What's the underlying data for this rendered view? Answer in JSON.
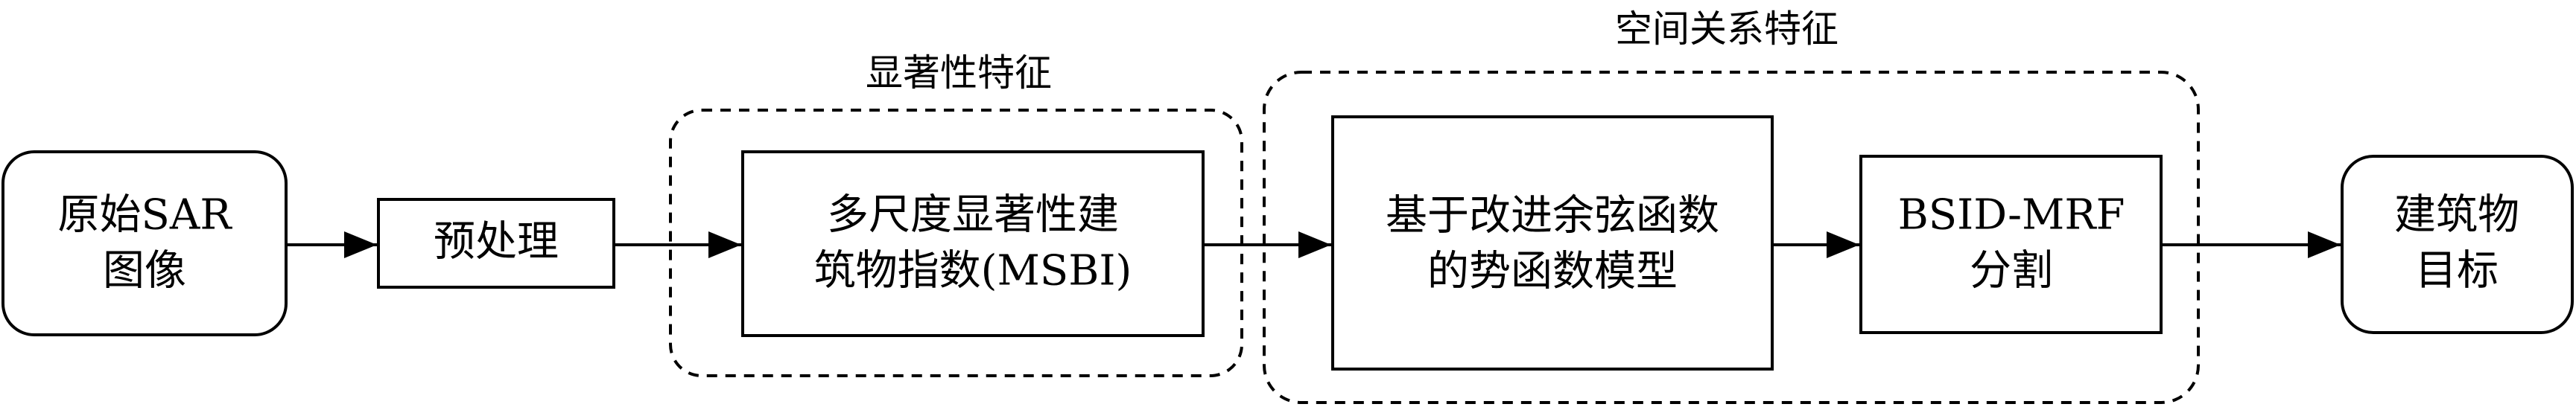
{
  "groups": {
    "saliency_title": "显著性特征",
    "spatial_title": "空间关系特征"
  },
  "nodes": {
    "source": {
      "line1": "原始SAR",
      "line2": "图像"
    },
    "preprocess": {
      "label": "预处理"
    },
    "msbi": {
      "line1": "多尺度显著性建",
      "line2": "筑物指数(MSBI)"
    },
    "potential": {
      "line1": "基于改进余弦函数",
      "line2": "的势函数模型"
    },
    "segmentation": {
      "line1": "BSID-MRF",
      "line2": "分割"
    },
    "target": {
      "line1": "建筑物",
      "line2": "目标"
    }
  },
  "colors": {
    "stroke": "#000000",
    "background": "#ffffff"
  }
}
